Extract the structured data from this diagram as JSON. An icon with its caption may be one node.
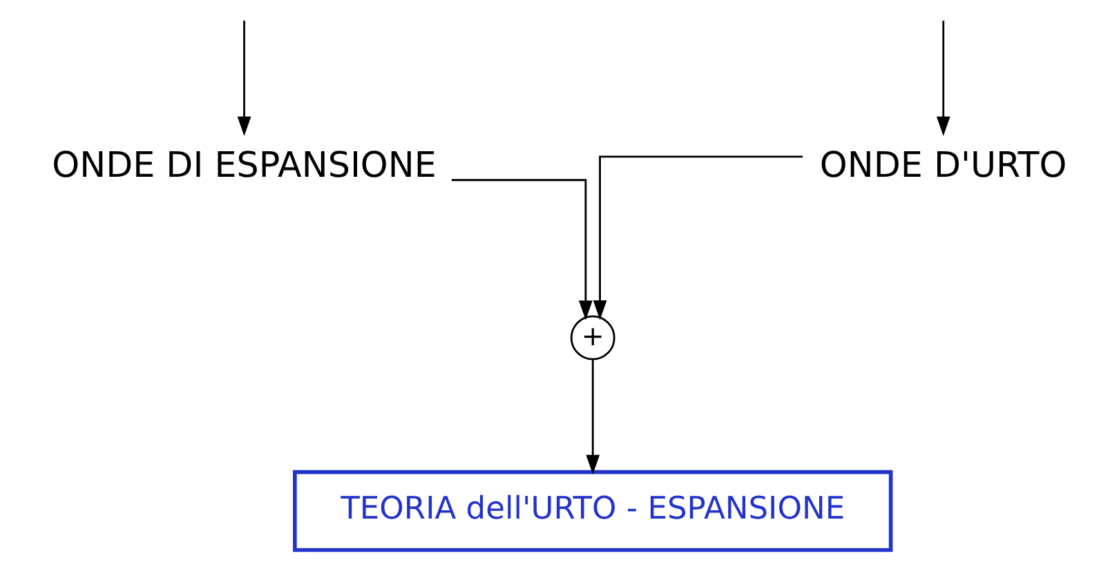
{
  "diagram": {
    "nodes": [
      {
        "text": [
          "ONDE D'URTO"
        ]
      },
      {
        "text": [
          "ONDE DI ESPANSIONE"
        ]
      },
      {
        "text": [
          "+"
        ]
      },
      {
        "text": [
          "TEORIA dell'URTO - ESPANSIONE"
        ]
      }
    ],
    "edges": [
      {
        "from": null,
        "to": 0,
        "arrow": "to"
      },
      {
        "from": null,
        "to": 1,
        "arrow": "to"
      },
      {
        "from": 0,
        "to": 2,
        "arrow": "to"
      },
      {
        "from": 1,
        "to": 2,
        "arrow": "to"
      },
      {
        "from": 2,
        "to": 3,
        "arrow": "to"
      }
    ]
  }
}
